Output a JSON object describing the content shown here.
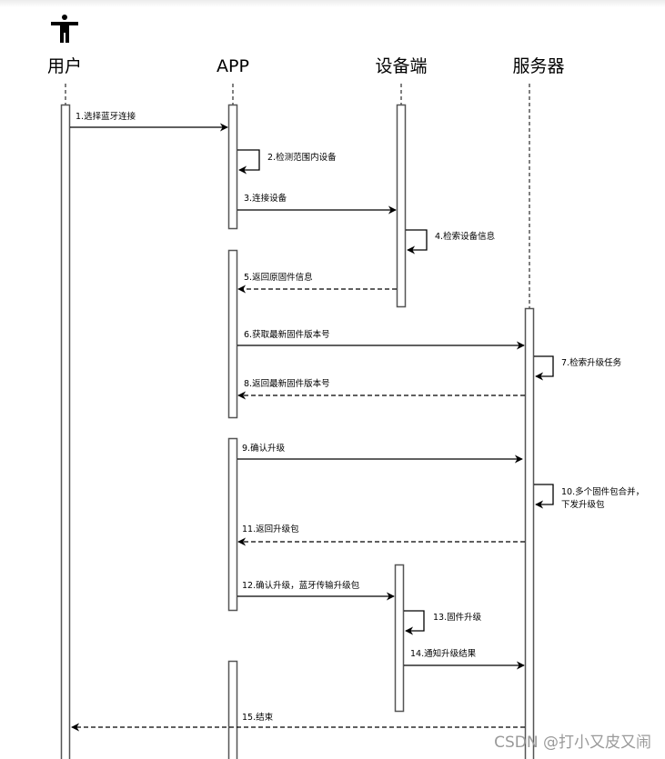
{
  "diagram": {
    "type": "sequence",
    "participants": [
      {
        "id": "user",
        "label": "用户",
        "icon": "person-icon"
      },
      {
        "id": "app",
        "label": "APP"
      },
      {
        "id": "device",
        "label": "设备端"
      },
      {
        "id": "server",
        "label": "服务器"
      }
    ],
    "messages": [
      {
        "n": 1,
        "label": "1.选择蓝牙连接",
        "from": "user",
        "to": "app",
        "style": "solid"
      },
      {
        "n": 2,
        "label": "2.检测范围内设备",
        "from": "app",
        "to": "app",
        "style": "self"
      },
      {
        "n": 3,
        "label": "3.连接设备",
        "from": "app",
        "to": "device",
        "style": "solid"
      },
      {
        "n": 4,
        "label": "4.检索设备信息",
        "from": "device",
        "to": "device",
        "style": "self"
      },
      {
        "n": 5,
        "label": "5.返回原固件信息",
        "from": "device",
        "to": "app",
        "style": "dashed"
      },
      {
        "n": 6,
        "label": "6.获取最新固件版本号",
        "from": "app",
        "to": "server",
        "style": "solid"
      },
      {
        "n": 7,
        "label": "7.检索升级任务",
        "from": "server",
        "to": "server",
        "style": "self"
      },
      {
        "n": 8,
        "label": "8.返回最新固件版本号",
        "from": "server",
        "to": "app",
        "style": "dashed"
      },
      {
        "n": 9,
        "label": "9.确认升级",
        "from": "app",
        "to": "server",
        "style": "solid"
      },
      {
        "n": 10,
        "label": "10.多个固件包合并，",
        "label2": "下发升级包",
        "from": "server",
        "to": "server",
        "style": "self"
      },
      {
        "n": 11,
        "label": "11.返回升级包",
        "from": "server",
        "to": "app",
        "style": "dashed"
      },
      {
        "n": 12,
        "label": "12.确认升级，蓝牙传输升级包",
        "from": "app",
        "to": "device",
        "style": "solid"
      },
      {
        "n": 13,
        "label": "13.固件升级",
        "from": "device",
        "to": "device",
        "style": "self"
      },
      {
        "n": 14,
        "label": "14.通知升级结果",
        "from": "device",
        "to": "server",
        "style": "solid"
      },
      {
        "n": 15,
        "label": "15.结束",
        "from": "server",
        "to": "user",
        "style": "dashed"
      }
    ]
  },
  "watermark": "CSDN @打小又皮又闹"
}
